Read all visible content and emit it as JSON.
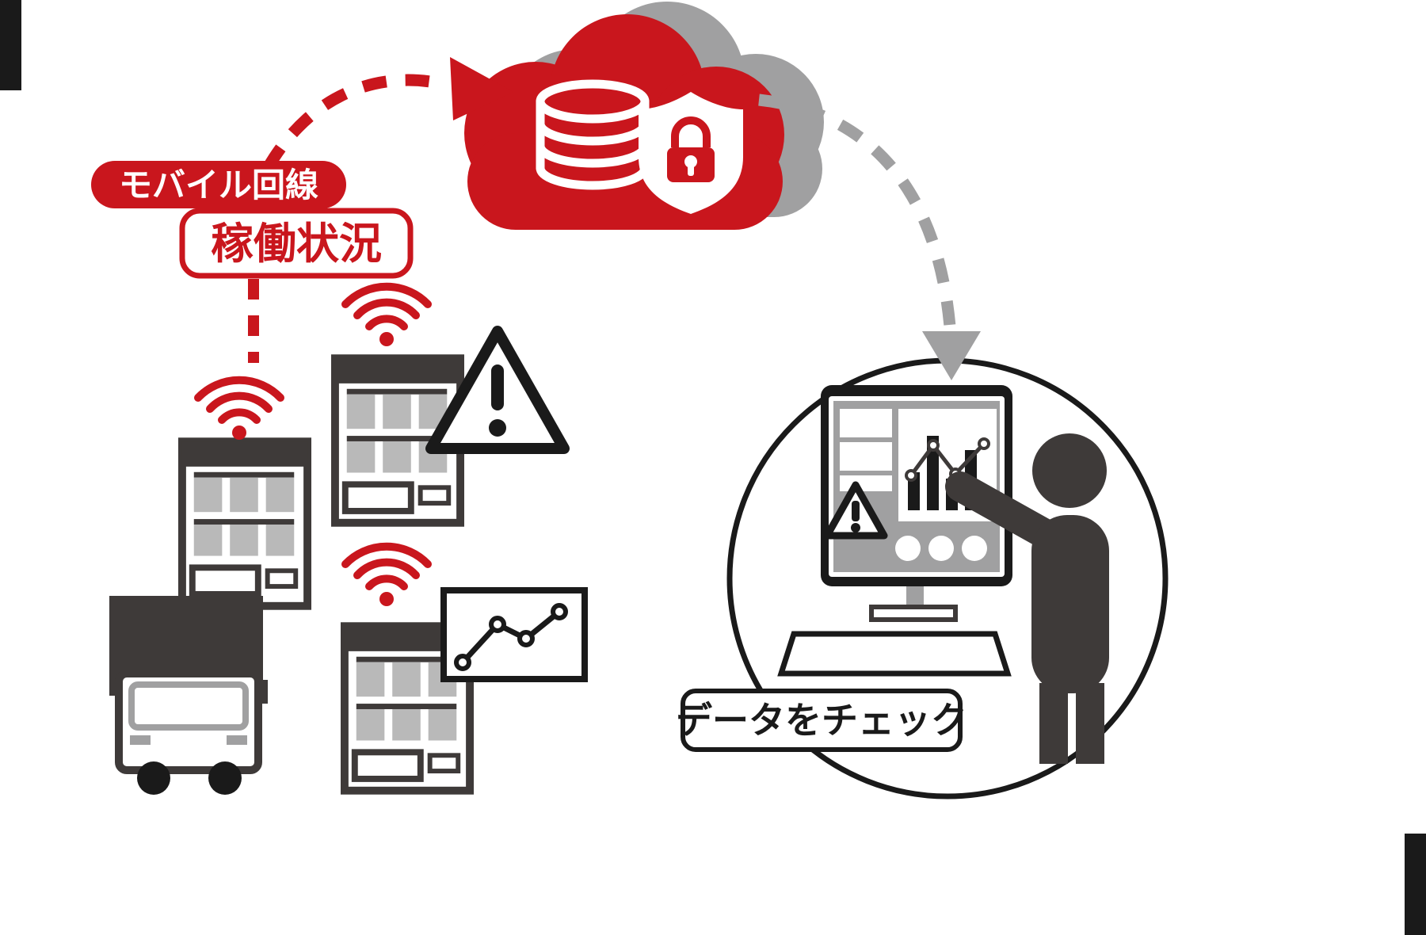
{
  "labels": {
    "mobile_line": "モバイル回線",
    "operating_status": "稼働状況",
    "check_data": "データをチェック"
  },
  "colors": {
    "red": "#c9161d",
    "gray": "#a0a0a1",
    "dark": "#3e3a39",
    "black": "#1a1a1a",
    "slot": "#b9b9b9"
  },
  "icons": {
    "cloud-icon": "red cloud silhouette with gray drop-shadow cloud",
    "database-icon": "white database cylinder with three bands",
    "shield-lock-icon": "white shield containing red padlock",
    "wifi-icon": "three red arcs over a dot (wireless signal)",
    "warning-icon": "triangle with exclamation mark",
    "chart-line-icon": "zigzag line chart with node dots",
    "vending-machine-icon": "vending machine front with product slots",
    "truck-icon": "delivery truck front view",
    "monitor-icon": "desktop monitor showing dashboard with bars, line, alert and dots",
    "keyboard-icon": "trapezoid keyboard outline",
    "person-icon": "dark person silhouette pointing at screen",
    "upload-arrow-icon": "red dashed curved arrow to cloud",
    "download-arrow-icon": "gray dashed curved arrow from cloud to monitor"
  }
}
